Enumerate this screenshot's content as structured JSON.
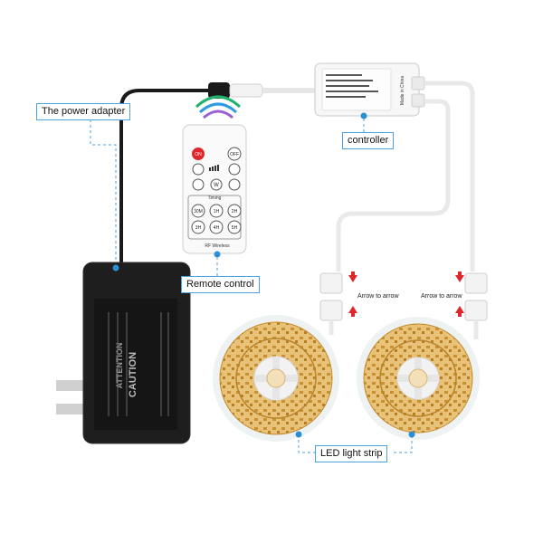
{
  "callouts": {
    "power_adapter": "The power adapter",
    "controller": "controller",
    "remote_control": "Remote control",
    "led_strip": "LED light strip",
    "arrow_left": "Arrow to arrow",
    "arrow_right": "Arrow to arrow"
  },
  "remote": {
    "buttons_top": [
      "ON",
      "OFF"
    ],
    "buttons_mid": [
      "W"
    ],
    "timing_label": "Timing",
    "timer_buttons": [
      "30M",
      "1H",
      "2H",
      "3H",
      "4H",
      "5H"
    ],
    "footer": "RF Wireless"
  },
  "controller": {
    "made_in": "Made in China"
  },
  "adapter": {
    "warning_title": "CAUTION",
    "warning_subtitle": "ATTENTION"
  },
  "colors": {
    "callout_border": "#4aa3df",
    "led_gold": "#d9a441",
    "adapter_body": "#1e1e1e",
    "wire_white": "#f2f2f2",
    "arrow_red": "#e0262a"
  }
}
